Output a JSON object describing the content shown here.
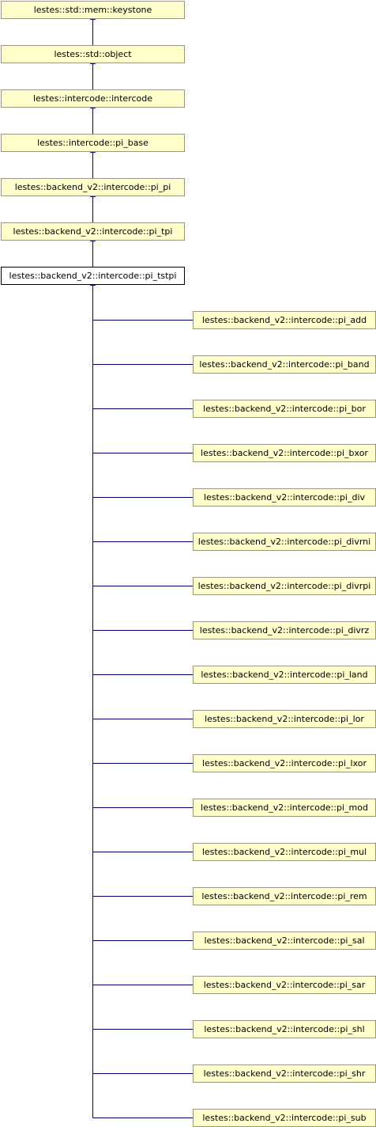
{
  "colors": {
    "ancestor_fill": "#ffffcc",
    "ancestor_stroke": "#9a9a6a",
    "focus_fill": "#ffffff",
    "focus_stroke": "#000000",
    "edge": "#000080"
  },
  "ancestors": [
    "lestes::std::mem::keystone",
    "lestes::std::object",
    "lestes::intercode::intercode",
    "lestes::intercode::pi_base",
    "lestes::backend_v2::intercode::pi_pi",
    "lestes::backend_v2::intercode::pi_tpi"
  ],
  "focus": "lestes::backend_v2::intercode::pi_tstpi",
  "children": [
    "lestes::backend_v2::intercode::pi_add",
    "lestes::backend_v2::intercode::pi_band",
    "lestes::backend_v2::intercode::pi_bor",
    "lestes::backend_v2::intercode::pi_bxor",
    "lestes::backend_v2::intercode::pi_div",
    "lestes::backend_v2::intercode::pi_divrni",
    "lestes::backend_v2::intercode::pi_divrpi",
    "lestes::backend_v2::intercode::pi_divrz",
    "lestes::backend_v2::intercode::pi_land",
    "lestes::backend_v2::intercode::pi_lor",
    "lestes::backend_v2::intercode::pi_lxor",
    "lestes::backend_v2::intercode::pi_mod",
    "lestes::backend_v2::intercode::pi_mul",
    "lestes::backend_v2::intercode::pi_rem",
    "lestes::backend_v2::intercode::pi_sal",
    "lestes::backend_v2::intercode::pi_sar",
    "lestes::backend_v2::intercode::pi_shl",
    "lestes::backend_v2::intercode::pi_shr",
    "lestes::backend_v2::intercode::pi_sub"
  ]
}
